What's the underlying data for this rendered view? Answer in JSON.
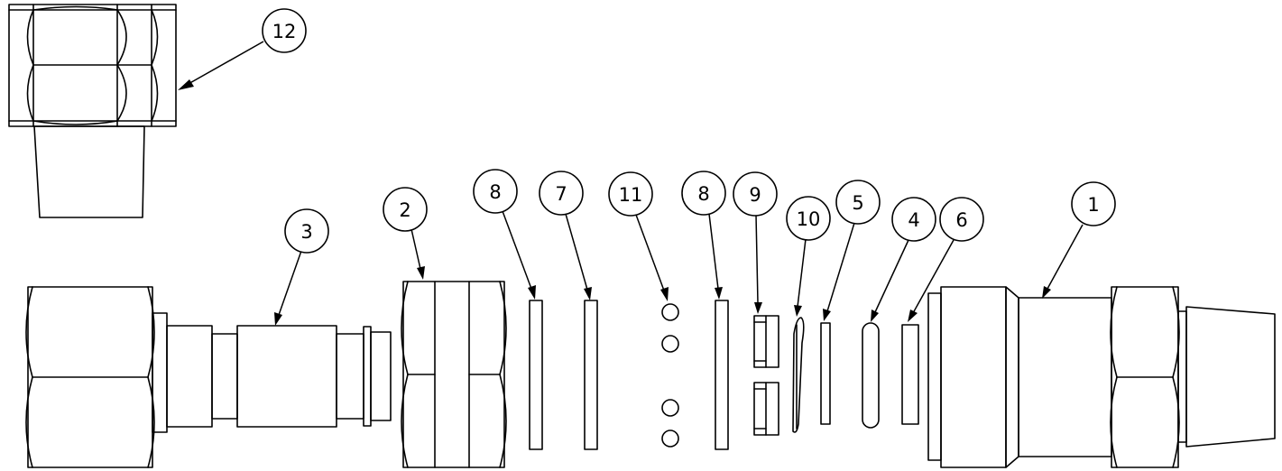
{
  "callouts": [
    {
      "id": "callout-1",
      "label": "1"
    },
    {
      "id": "callout-2",
      "label": "2"
    },
    {
      "id": "callout-3",
      "label": "3"
    },
    {
      "id": "callout-4",
      "label": "4"
    },
    {
      "id": "callout-5",
      "label": "5"
    },
    {
      "id": "callout-6",
      "label": "6"
    },
    {
      "id": "callout-7",
      "label": "7"
    },
    {
      "id": "callout-8a",
      "label": "8"
    },
    {
      "id": "callout-8b",
      "label": "8"
    },
    {
      "id": "callout-9",
      "label": "9"
    },
    {
      "id": "callout-10",
      "label": "10"
    },
    {
      "id": "callout-11",
      "label": "11"
    },
    {
      "id": "callout-12",
      "label": "12"
    }
  ],
  "line_color": "#000000",
  "background_color": "#ffffff"
}
